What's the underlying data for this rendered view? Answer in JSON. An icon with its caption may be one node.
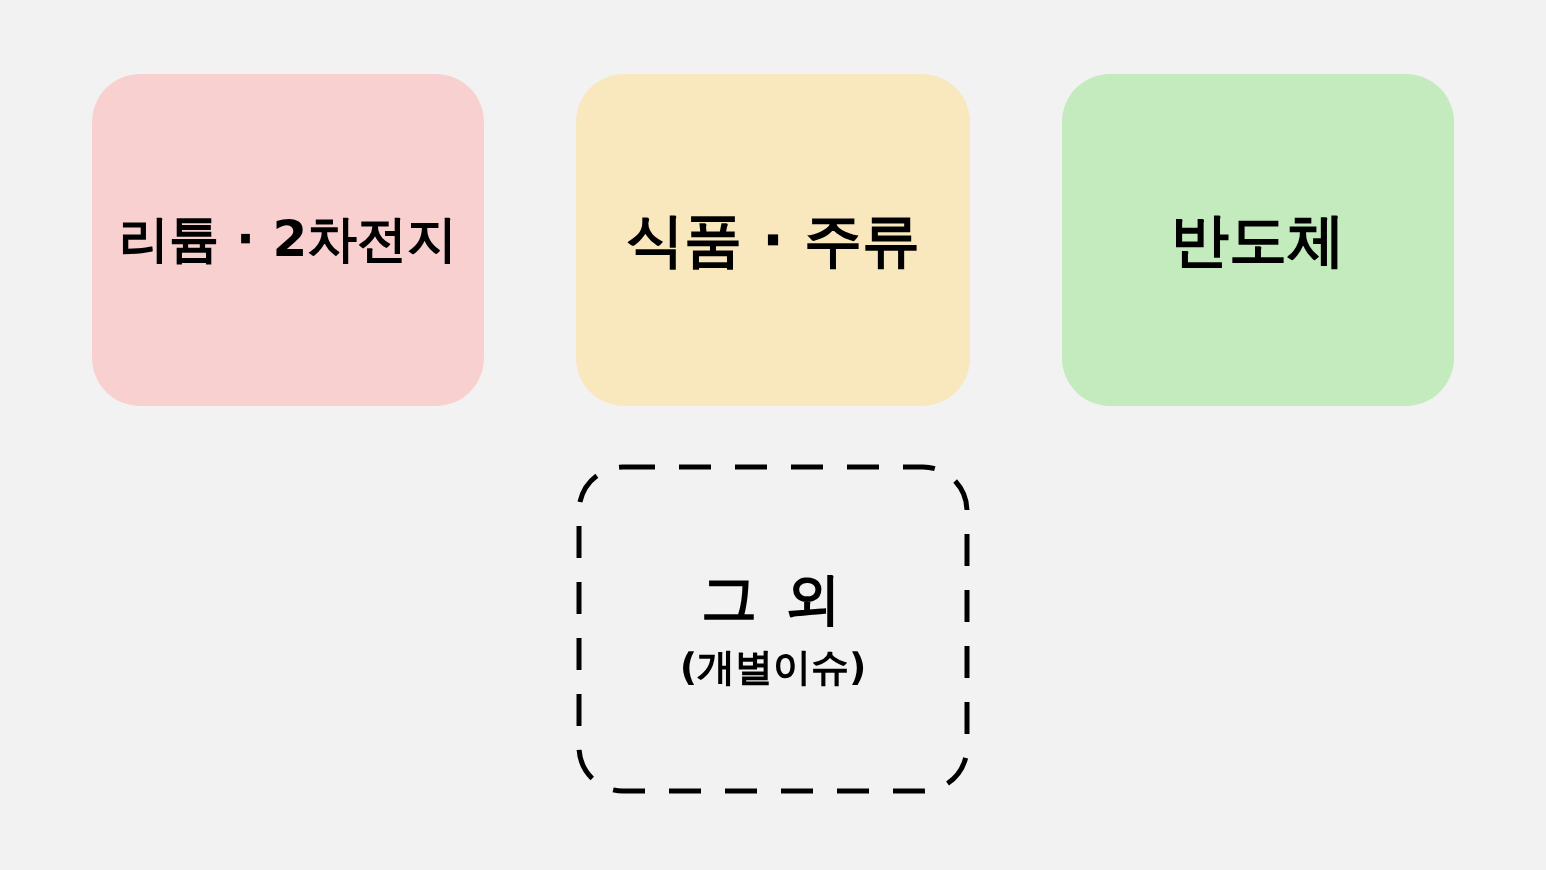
{
  "diagram": {
    "nodes": [
      {
        "text": [
          "리튬 · 2차전지"
        ]
      },
      {
        "text": [
          "식품 · 주류"
        ]
      },
      {
        "text": [
          "반도체"
        ]
      },
      {
        "text": [
          "그 외",
          "(개별이슈)"
        ]
      }
    ]
  }
}
